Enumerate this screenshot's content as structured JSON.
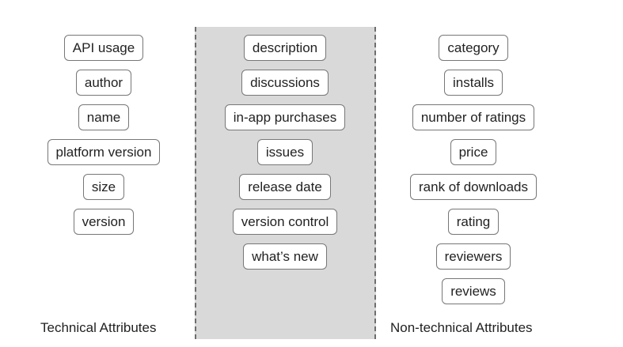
{
  "technical": {
    "items": [
      "API usage",
      "author",
      "name",
      "platform version",
      "size",
      "version"
    ],
    "caption": "Technical Attributes"
  },
  "middle": {
    "items": [
      "description",
      "discussions",
      "in-app purchases",
      "issues",
      "release date",
      "version control",
      "what’s new"
    ]
  },
  "non_technical": {
    "items": [
      "category",
      "installs",
      "number of ratings",
      "price",
      "rank of downloads",
      "rating",
      "reviewers",
      "reviews"
    ],
    "caption": "Non-technical Attributes"
  }
}
